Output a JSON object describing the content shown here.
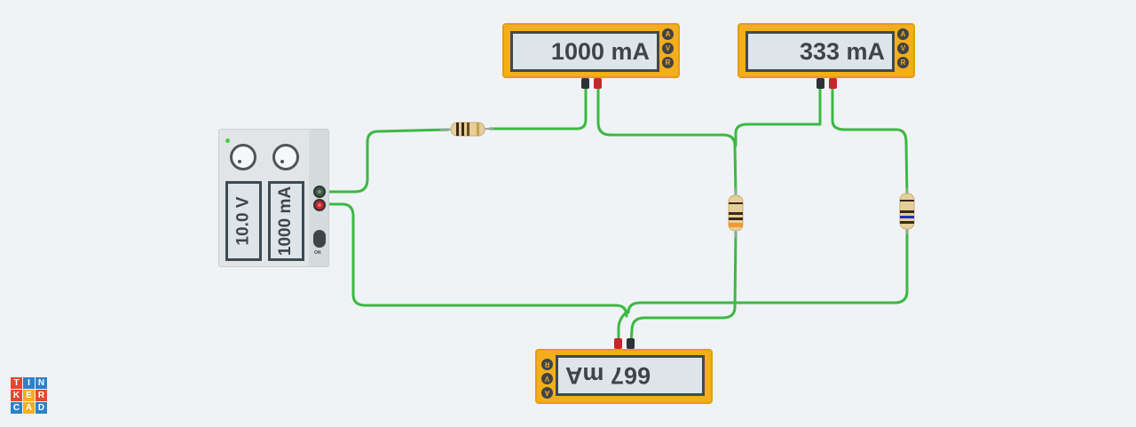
{
  "meters": {
    "top_left": {
      "reading": "1000 mA",
      "modes": [
        "A",
        "V",
        "R"
      ]
    },
    "top_right": {
      "reading": "333 mA",
      "modes": [
        "A",
        "V",
        "R"
      ]
    },
    "bottom": {
      "reading": "667 mA",
      "modes": [
        "A",
        "V",
        "R"
      ]
    }
  },
  "power_supply": {
    "voltage_display": "10.0 V",
    "current_display": "1000 mA",
    "switch_label": "ON"
  },
  "logo": {
    "letters": [
      "T",
      "I",
      "N",
      "K",
      "E",
      "R",
      "C",
      "A",
      "D"
    ],
    "colors": [
      "#e8472b",
      "#2f80c9",
      "#2f80c9",
      "#e8472b",
      "#f4ae1c",
      "#e8472b",
      "#2f80c9",
      "#f4ae1c",
      "#2f80c9"
    ]
  },
  "colors": {
    "wire": "#3db843",
    "meter_body": "#f4ae1c",
    "display_bg": "#dde5ea",
    "terminal_red": "#c8242b",
    "terminal_black": "#2e3236"
  }
}
